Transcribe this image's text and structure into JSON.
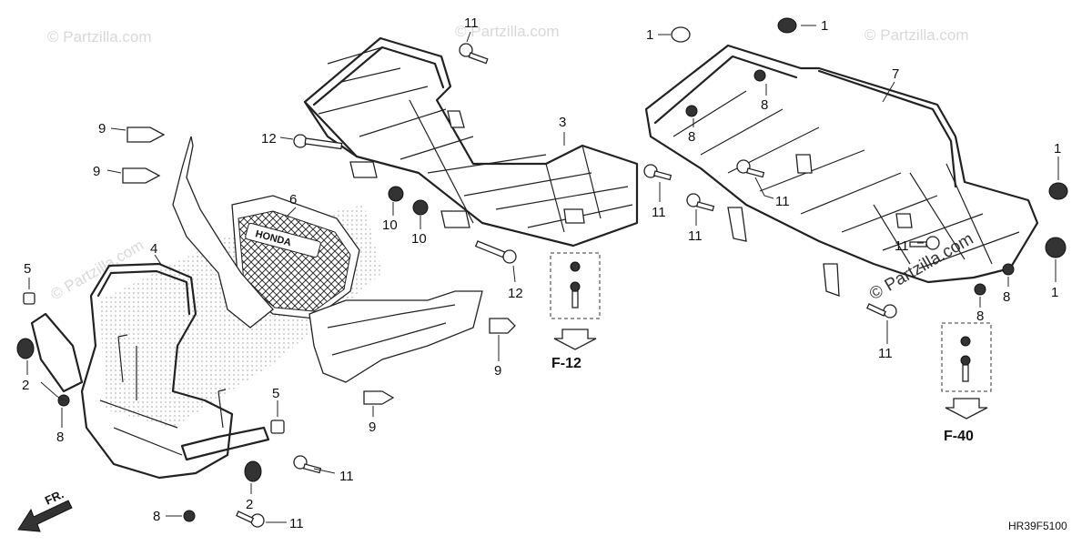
{
  "watermark": "© Partzilla.com",
  "diagram_code": "HR39F5100",
  "front_indicator": "FR.",
  "grille_emblem": "HONDA",
  "refs": {
    "f12": "F-12",
    "f40": "F-40"
  },
  "callouts": {
    "c1": "1",
    "c2": "2",
    "c3": "3",
    "c4": "4",
    "c5": "5",
    "c6": "6",
    "c7": "7",
    "c8": "8",
    "c9": "9",
    "c10": "10",
    "c11": "11",
    "c12": "12"
  }
}
